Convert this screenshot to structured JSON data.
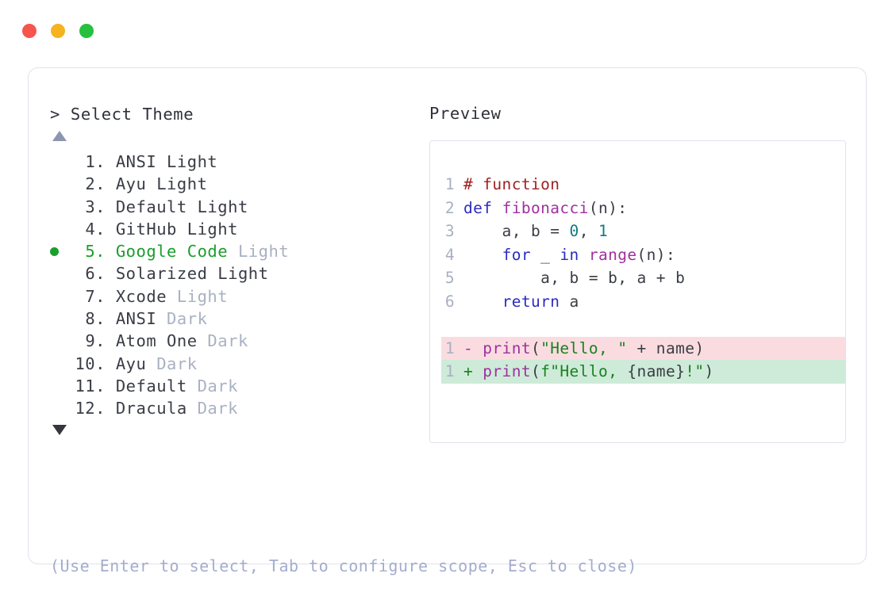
{
  "window": {
    "controls": [
      {
        "name": "close-button",
        "color": "#f4564e"
      },
      {
        "name": "minimize-button",
        "color": "#f5b320"
      },
      {
        "name": "maximize-button",
        "color": "#26c03e"
      }
    ]
  },
  "prompt": {
    "header": "> Select Theme",
    "scroll_up": "▲",
    "scroll_down": "▼",
    "hint": "(Use Enter to select, Tab to configure scope, Esc to close)"
  },
  "themes": [
    {
      "index": "1.",
      "name": "ANSI",
      "variant": " Light",
      "selected": false,
      "variant_muted": false
    },
    {
      "index": "2.",
      "name": "Ayu",
      "variant": " Light",
      "selected": false,
      "variant_muted": false
    },
    {
      "index": "3.",
      "name": "Default",
      "variant": " Light",
      "selected": false,
      "variant_muted": false
    },
    {
      "index": "4.",
      "name": "GitHub",
      "variant": " Light",
      "selected": false,
      "variant_muted": false
    },
    {
      "index": "5.",
      "name": "Google Code",
      "variant": " Light",
      "selected": true,
      "variant_muted": true
    },
    {
      "index": "6.",
      "name": "Solarized",
      "variant": " Light",
      "selected": false,
      "variant_muted": false
    },
    {
      "index": "7.",
      "name": "Xcode",
      "variant": " Light",
      "selected": false,
      "variant_muted": true
    },
    {
      "index": "8.",
      "name": "ANSI",
      "variant": " Dark",
      "selected": false,
      "variant_muted": true
    },
    {
      "index": "9.",
      "name": "Atom One",
      "variant": " Dark",
      "selected": false,
      "variant_muted": true
    },
    {
      "index": "10.",
      "name": "Ayu",
      "variant": " Dark",
      "selected": false,
      "variant_muted": true
    },
    {
      "index": "11.",
      "name": "Default",
      "variant": " Dark",
      "selected": false,
      "variant_muted": true
    },
    {
      "index": "12.",
      "name": "Dracula",
      "variant": " Dark",
      "selected": false,
      "variant_muted": true
    }
  ],
  "preview": {
    "label": "Preview",
    "code_lines": [
      {
        "num": "1",
        "tokens": [
          {
            "t": "# function",
            "c": "cm"
          }
        ]
      },
      {
        "num": "2",
        "tokens": [
          {
            "t": "def ",
            "c": "kw"
          },
          {
            "t": "fibonacci",
            "c": "fn"
          },
          {
            "t": "(n):",
            "c": "pl"
          }
        ]
      },
      {
        "num": "3",
        "tokens": [
          {
            "t": "    a, b = ",
            "c": "pl"
          },
          {
            "t": "0",
            "c": "nu"
          },
          {
            "t": ", ",
            "c": "pl"
          },
          {
            "t": "1",
            "c": "nu"
          }
        ]
      },
      {
        "num": "4",
        "tokens": [
          {
            "t": "    ",
            "c": "pl"
          },
          {
            "t": "for",
            "c": "kw"
          },
          {
            "t": " _ ",
            "c": "pl"
          },
          {
            "t": "in",
            "c": "kw"
          },
          {
            "t": " ",
            "c": "pl"
          },
          {
            "t": "range",
            "c": "fn"
          },
          {
            "t": "(n):",
            "c": "pl"
          }
        ]
      },
      {
        "num": "5",
        "tokens": [
          {
            "t": "        a, b = b, a + b",
            "c": "pl"
          }
        ]
      },
      {
        "num": "6",
        "tokens": [
          {
            "t": "    ",
            "c": "pl"
          },
          {
            "t": "return",
            "c": "kw"
          },
          {
            "t": " a",
            "c": "pl"
          }
        ]
      }
    ],
    "diff_lines": [
      {
        "num": "1",
        "kind": "del",
        "sign": "- ",
        "tokens": [
          {
            "t": "print",
            "c": "fn"
          },
          {
            "t": "(",
            "c": "pl"
          },
          {
            "t": "\"Hello, \"",
            "c": "st"
          },
          {
            "t": " + name)",
            "c": "pl"
          }
        ]
      },
      {
        "num": "1",
        "kind": "add",
        "sign": "+ ",
        "tokens": [
          {
            "t": "print",
            "c": "fn"
          },
          {
            "t": "(",
            "c": "pl"
          },
          {
            "t": "f\"Hello, ",
            "c": "st"
          },
          {
            "t": "{name}",
            "c": "pl"
          },
          {
            "t": "!\"",
            "c": "st"
          },
          {
            "t": ")",
            "c": "pl"
          }
        ]
      }
    ]
  },
  "colors": {
    "accent_green": "#1a9e2c",
    "muted": "#a9b1c2",
    "text": "#3a3d45",
    "border": "#dfe3ec",
    "comment": "#a02020",
    "keyword": "#2b2bc0",
    "function": "#a030a0",
    "string": "#1a8020",
    "number": "#0e7c7c",
    "diff_del_bg": "#fadce0",
    "diff_add_bg": "#cdebd8"
  }
}
